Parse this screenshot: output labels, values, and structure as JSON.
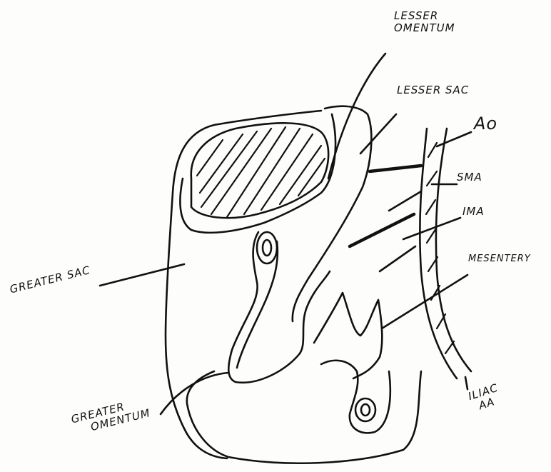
{
  "colors": {
    "ink": "#111111",
    "paper": "#fdfdfb"
  },
  "labels": {
    "lesser_omentum_line1": "LESSER",
    "lesser_omentum_line2": "OMENTUM",
    "lesser_sac": "LESSER SAC",
    "aorta": "Ao",
    "sma": "SMA",
    "ima": "IMA",
    "mesentery": "MESENTERY",
    "greater_sac": "GREATER SAC",
    "greater_omentum_line1": "GREATER",
    "greater_omentum_line2": "OMENTUM",
    "iliac_line1": "ILIAC",
    "iliac_line2": "AA"
  }
}
